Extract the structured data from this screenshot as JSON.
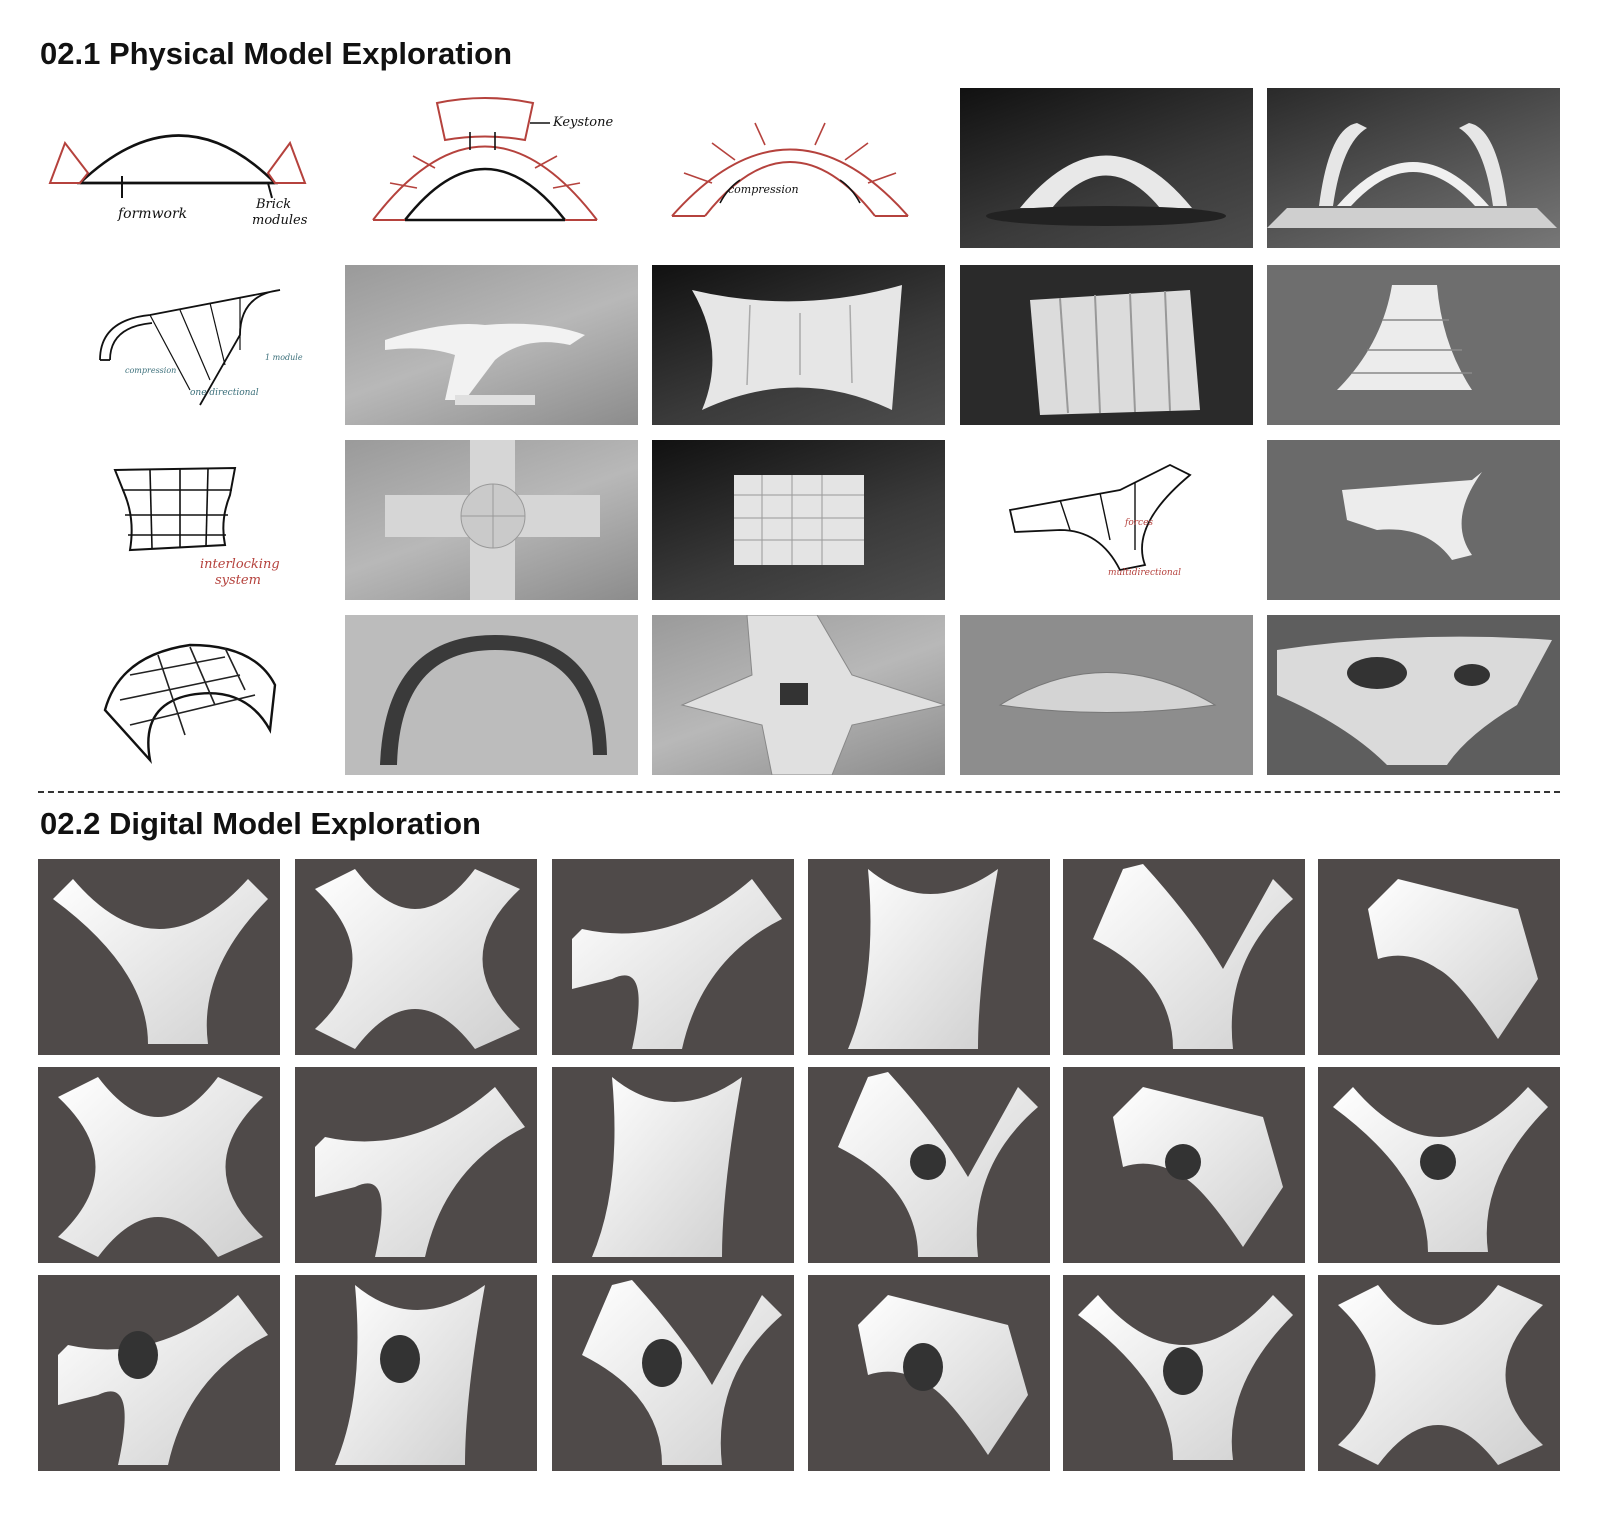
{
  "section1": {
    "title": "02.1 Physical Model Exploration"
  },
  "section2": {
    "title": "02.2 Digital Model Exploration"
  },
  "sketch_labels": {
    "formwork": "formwork",
    "brick1": "Brick",
    "brick2": "modules",
    "keystone": "Keystone",
    "compression": "compression",
    "compression_small": "compression",
    "one_directional": "one directional",
    "one_module": "1 module",
    "interlocking1": "interlocking",
    "interlocking2": "system",
    "forces": "forces",
    "multidirectional": "multidirectional"
  },
  "colors": {
    "sketch_red": "#b5423d",
    "render_bg": "#4f4a49",
    "ink": "#111111"
  }
}
